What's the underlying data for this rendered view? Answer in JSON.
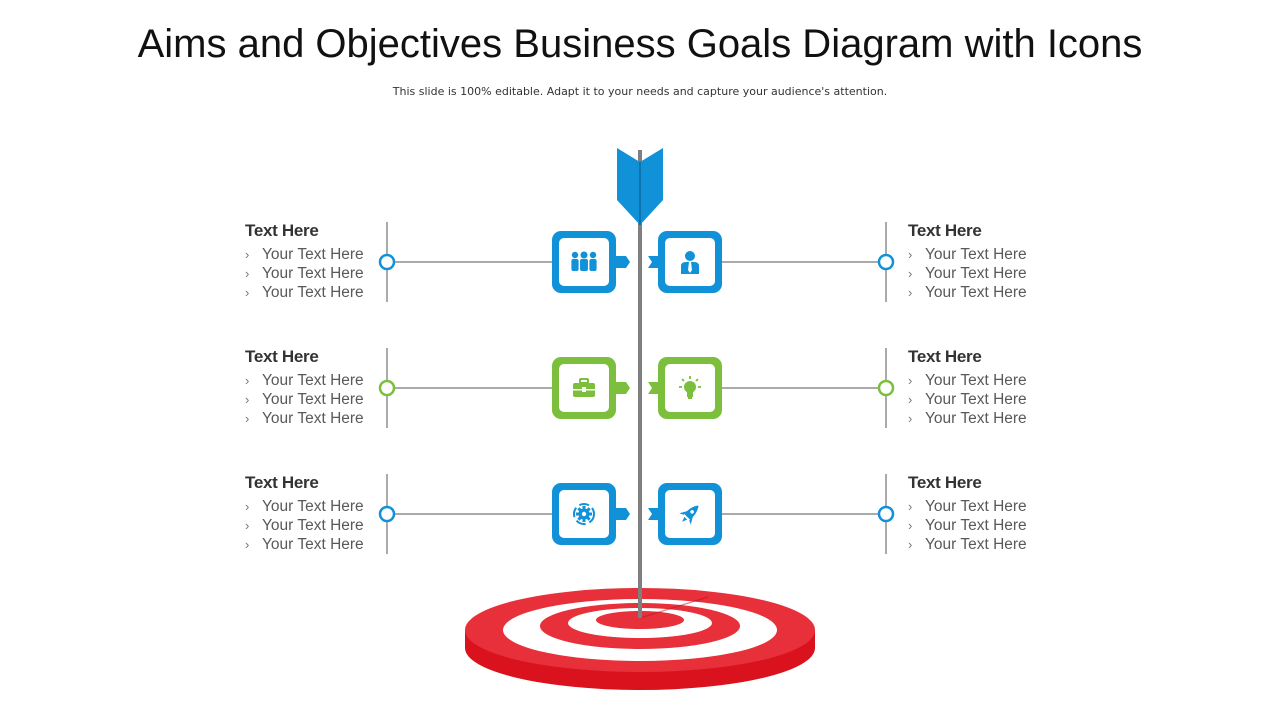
{
  "title": "Aims and Objectives Business Goals Diagram with Icons",
  "subtitle": "This slide is 100% editable. Adapt it to your needs and capture your audience's attention.",
  "colors": {
    "blue": "#1192d8",
    "green": "#7bbf3c",
    "red": "#e8202e",
    "line": "#555555",
    "shaft": "#7f7f7f"
  },
  "left_blocks": [
    {
      "heading": "Text Here",
      "items": [
        "Your Text Here",
        "Your Text Here",
        "Your Text Here"
      ],
      "icon": "team-icon",
      "color": "blue"
    },
    {
      "heading": "Text Here",
      "items": [
        "Your Text Here",
        "Your Text Here",
        "Your Text Here"
      ],
      "icon": "briefcase-icon",
      "color": "green"
    },
    {
      "heading": "Text Here",
      "items": [
        "Your Text Here",
        "Your Text Here",
        "Your Text Here"
      ],
      "icon": "gear-cycle-icon",
      "color": "blue"
    }
  ],
  "right_blocks": [
    {
      "heading": "Text Here",
      "items": [
        "Your Text Here",
        "Your Text Here",
        "Your Text Here"
      ],
      "icon": "businessman-icon",
      "color": "blue"
    },
    {
      "heading": "Text Here",
      "items": [
        "Your Text Here",
        "Your Text Here",
        "Your Text Here"
      ],
      "icon": "lightbulb-icon",
      "color": "green"
    },
    {
      "heading": "Text Here",
      "items": [
        "Your Text Here",
        "Your Text Here",
        "Your Text Here"
      ],
      "icon": "rocket-icon",
      "color": "blue"
    }
  ]
}
